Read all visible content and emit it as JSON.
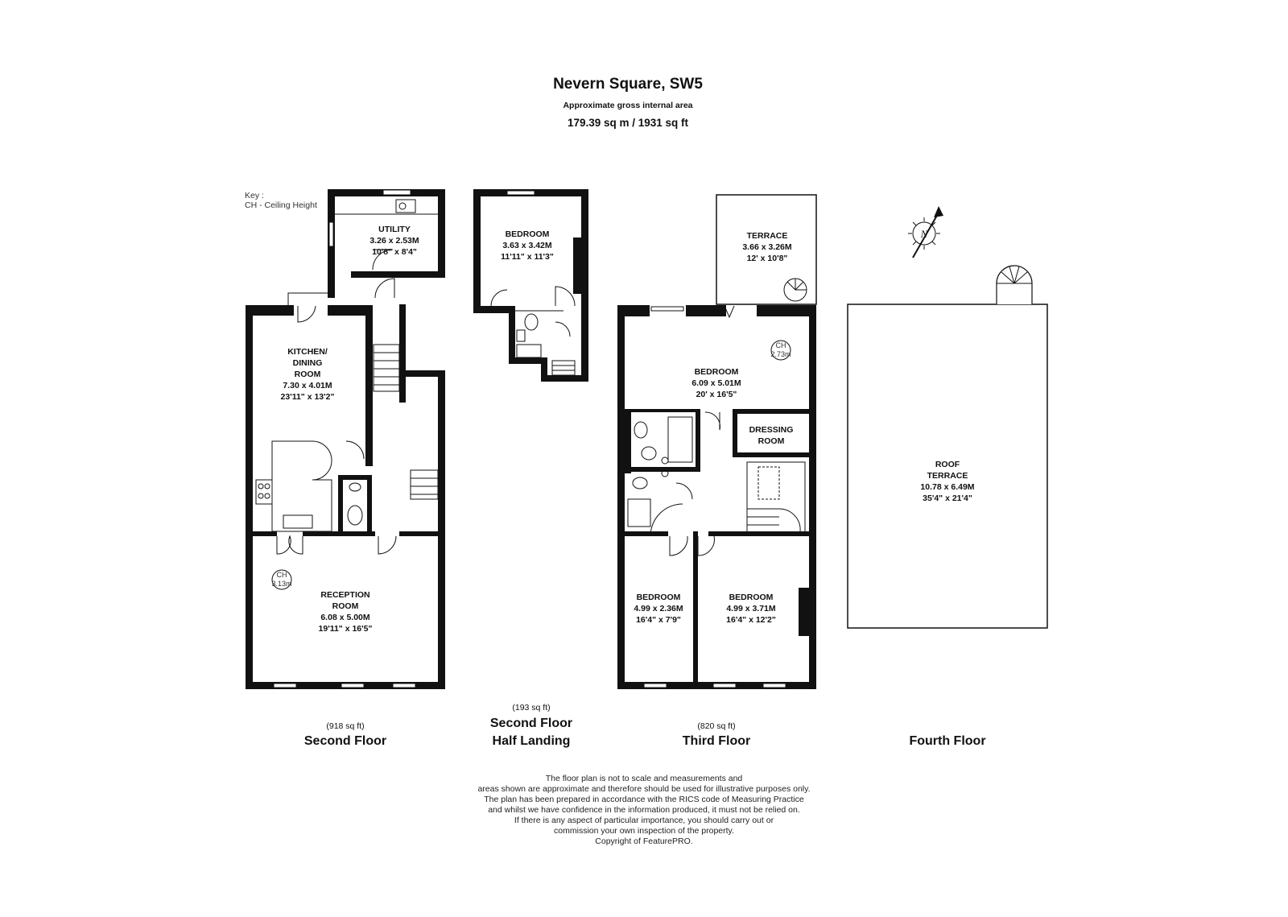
{
  "header": {
    "title": "Nevern Square, SW5",
    "subtitle": "Approximate gross internal area",
    "area": "179.39 sq m /  1931 sq ft"
  },
  "key": {
    "title": "Key :",
    "ch": "CH - Ceiling Height"
  },
  "floors": {
    "second": {
      "name": "Second Floor",
      "area": "(918 sq ft)",
      "ceiling": {
        "label": "CH",
        "value": "3.13m"
      },
      "rooms": {
        "utility": {
          "name": "UTILITY",
          "metric": "3.26 x 2.53M",
          "imperial": "10'8\" x 8'4\""
        },
        "kitchen": {
          "name1": "KITCHEN/",
          "name2": "DINING",
          "name3": "ROOM",
          "metric": "7.30 x 4.01M",
          "imperial": "23'11\" x 13'2\""
        },
        "reception": {
          "name1": "RECEPTION",
          "name2": "ROOM",
          "metric": "6.08 x 5.00M",
          "imperial": "19'11\" x 16'5\""
        }
      }
    },
    "half_landing": {
      "name1": "Second Floor",
      "name2": "Half Landing",
      "area": "(193 sq ft)",
      "rooms": {
        "bedroom": {
          "name": "BEDROOM",
          "metric": "3.63 x 3.42M",
          "imperial": "11'11\" x 11'3\""
        }
      }
    },
    "third": {
      "name": "Third Floor",
      "area": "(820 sq ft)",
      "ceiling": {
        "label": "CH",
        "value": "2.73m"
      },
      "rooms": {
        "terrace": {
          "name": "TERRACE",
          "metric": "3.66 x 3.26M",
          "imperial": "12' x 10'8\""
        },
        "bedroom_main": {
          "name": "BEDROOM",
          "metric": "6.09 x 5.01M",
          "imperial": "20' x 16'5\""
        },
        "dressing": {
          "name1": "DRESSING",
          "name2": "ROOM"
        },
        "bedroom_small": {
          "name": "BEDROOM",
          "metric": "4.99 x 2.36M",
          "imperial": "16'4\" x 7'9\""
        },
        "bedroom_right": {
          "name": "BEDROOM",
          "metric": "4.99 x 3.71M",
          "imperial": "16'4\" x 12'2\""
        }
      }
    },
    "fourth": {
      "name": "Fourth Floor",
      "rooms": {
        "roof_terrace": {
          "name1": "ROOF",
          "name2": "TERRACE",
          "metric": "10.78 x 6.49M",
          "imperial": "35'4\" x 21'4\""
        }
      }
    }
  },
  "compass": {
    "letter": "N"
  },
  "disclaimer": [
    "The floor plan is not to scale and measurements and",
    "areas shown are approximate and therefore should be used for illustrative purposes only.",
    "The plan has been prepared in accordance with the RICS code of Measuring Practice",
    "and whilst we have confidence in the information produced, it must not be relied on.",
    "If there is any aspect of particular importance, you should carry out or",
    "commission your own inspection of the property.",
    "Copyright of FeaturePRO."
  ]
}
